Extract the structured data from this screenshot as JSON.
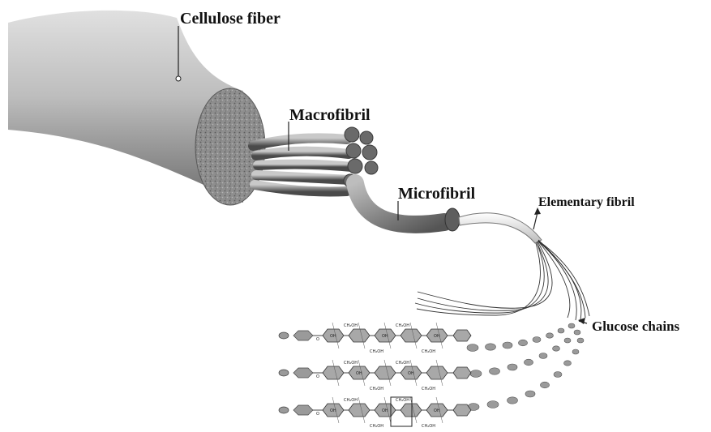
{
  "labels": {
    "cellulose_fiber": "Cellulose fiber",
    "macrofibril": "Macrofibril",
    "microfibril": "Microfibril",
    "elementary_fibril": "Elementary fibril",
    "glucose_chains": "Glucose chains"
  },
  "molecule": {
    "ch2oh": "CH₂OH",
    "oh": "OH",
    "o": "O"
  },
  "colors": {
    "fiber_light": "#d4d4d4",
    "fiber_dark": "#7a7a7a",
    "cross_section": "#8c8c8c",
    "glucose_unit": "#9a9a9a",
    "text": "#111111"
  }
}
